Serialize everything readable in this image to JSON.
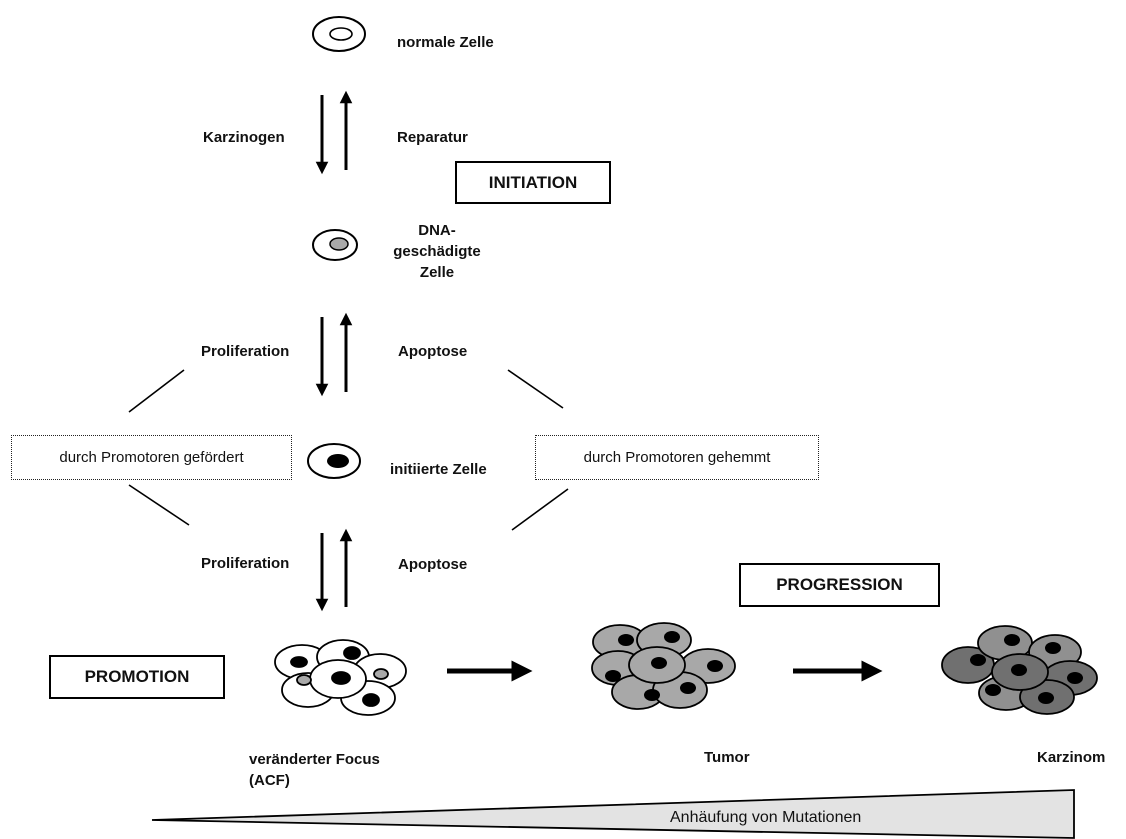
{
  "cells": {
    "normal": "normale Zelle",
    "dna_damaged": [
      "DNA-",
      "geschädigte",
      "Zelle"
    ],
    "initiated": "initiierte Zelle"
  },
  "arrows": {
    "carcinogen": "Karzinogen",
    "repair": "Reparatur",
    "proliferation": "Proliferation",
    "apoptosis": "Apoptose"
  },
  "stages": {
    "initiation": "INITIATION",
    "promotion": "PROMOTION",
    "progression": "PROGRESSION"
  },
  "promoter_boxes": {
    "promoted": "durch Promotoren gefördert",
    "inhibited": "durch Promotoren gehemmt"
  },
  "clusters": {
    "focus_line1": "veränderter Focus",
    "focus_line2": "(ACF)",
    "tumor": "Tumor",
    "carcinoma": "Karzinom"
  },
  "mutation_wedge": "Anhäufung von Mutationen",
  "colors": {
    "nucleus_damaged": "#a9a9a9",
    "cell_light": "#ffffff",
    "cell_medium": "#a8a8a8",
    "cell_dark": "#707070",
    "wedge_fill": "#e3e3e3"
  }
}
